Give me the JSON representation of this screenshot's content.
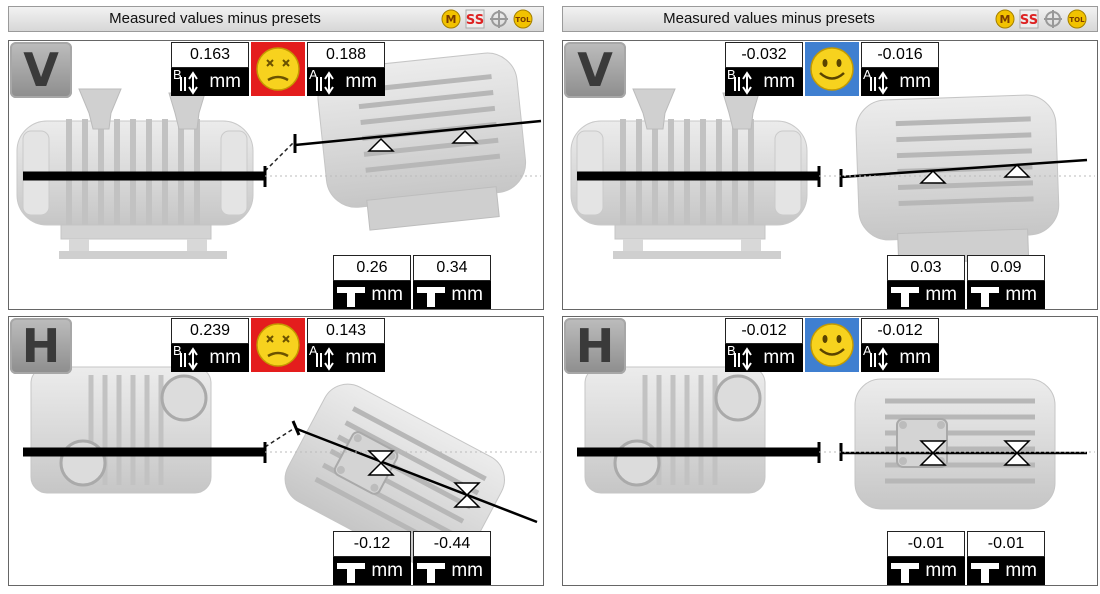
{
  "screens": [
    {
      "title": "Measured values minus presets",
      "toolbar_icons": [
        "M",
        "SS",
        "crosshair",
        "TOL"
      ],
      "vertical": {
        "label": "V",
        "coupling_b": {
          "value": "0.163",
          "tag": "B",
          "unit": "mm"
        },
        "coupling_a": {
          "value": "0.188",
          "tag": "A",
          "unit": "mm"
        },
        "status": "not-ok",
        "feet": [
          {
            "value": "0.26",
            "unit": "mm"
          },
          {
            "value": "0.34",
            "unit": "mm"
          }
        ]
      },
      "horizontal": {
        "label": "H",
        "coupling_b": {
          "value": "0.239",
          "tag": "B",
          "unit": "mm"
        },
        "coupling_a": {
          "value": "0.143",
          "tag": "A",
          "unit": "mm"
        },
        "status": "not-ok",
        "feet": [
          {
            "value": "-0.12",
            "unit": "mm"
          },
          {
            "value": "-0.44",
            "unit": "mm"
          }
        ]
      }
    },
    {
      "title": "Measured values minus presets",
      "toolbar_icons": [
        "M",
        "SS",
        "crosshair",
        "TOL"
      ],
      "vertical": {
        "label": "V",
        "coupling_b": {
          "value": "-0.032",
          "tag": "B",
          "unit": "mm"
        },
        "coupling_a": {
          "value": "-0.016",
          "tag": "A",
          "unit": "mm"
        },
        "status": "ok",
        "feet": [
          {
            "value": "0.03",
            "unit": "mm"
          },
          {
            "value": "0.09",
            "unit": "mm"
          }
        ]
      },
      "horizontal": {
        "label": "H",
        "coupling_b": {
          "value": "-0.012",
          "tag": "B",
          "unit": "mm"
        },
        "coupling_a": {
          "value": "-0.012",
          "tag": "A",
          "unit": "mm"
        },
        "status": "ok",
        "feet": [
          {
            "value": "-0.01",
            "unit": "mm"
          },
          {
            "value": "-0.01",
            "unit": "mm"
          }
        ]
      }
    }
  ],
  "colors": {
    "not_ok": "#e41d1d",
    "ok": "#3f7fd0",
    "toolbar_icon": "#f2c200",
    "machine": "#d8d8d8"
  }
}
